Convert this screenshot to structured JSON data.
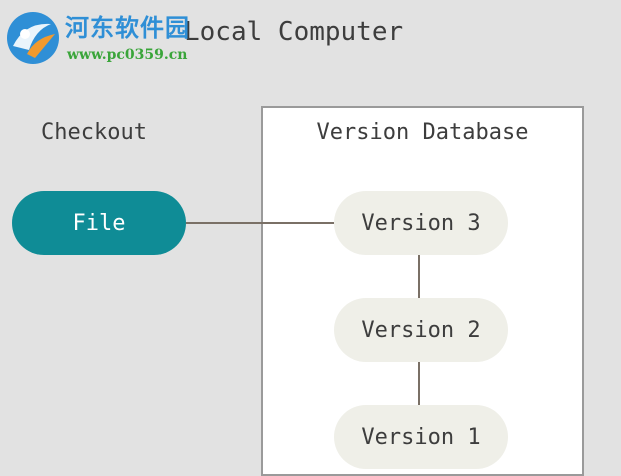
{
  "diagram": {
    "title": "Local Computer",
    "checkout_label": "Checkout",
    "database_label": "Version Database",
    "file_label": "File",
    "versions": [
      "Version 3",
      "Version 2",
      "Version 1"
    ]
  },
  "watermark": {
    "name": "河东软件园",
    "url": "www.pc0359.cn"
  },
  "colors": {
    "background": "#e2e2e2",
    "file_fill": "#0f8c96",
    "version_fill": "#efefe8",
    "connector": "#7a7066",
    "watermark_blue": "#2f8fd6",
    "watermark_green": "#3aa53a"
  }
}
